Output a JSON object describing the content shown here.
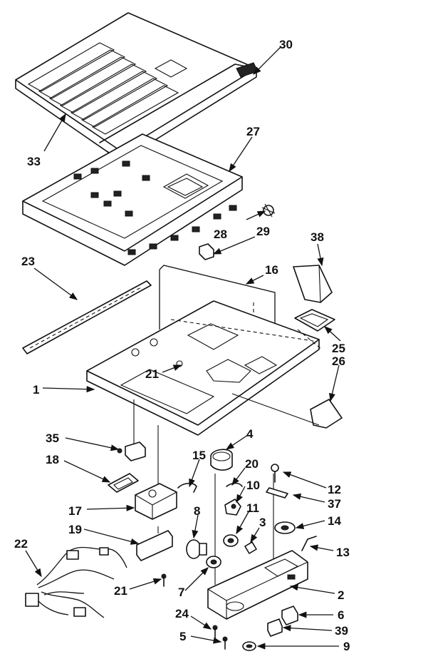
{
  "labels": {
    "l30": "30",
    "l33": "33",
    "l27": "27",
    "l28": "28",
    "l29": "29",
    "l38": "38",
    "l23": "23",
    "l16": "16",
    "l25": "25",
    "l26": "26",
    "l21a": "21",
    "l1": "1",
    "l35": "35",
    "l4": "4",
    "l15": "15",
    "l12": "12",
    "l18": "18",
    "l20": "20",
    "l10": "10",
    "l37": "37",
    "l17": "17",
    "l8": "8",
    "l11": "11",
    "l3": "3",
    "l14": "14",
    "l19": "19",
    "l22": "22",
    "l13": "13",
    "l21b": "21",
    "l7": "7",
    "l2": "2",
    "l24": "24",
    "l6": "6",
    "l5": "5",
    "l39": "39",
    "l9": "9"
  }
}
